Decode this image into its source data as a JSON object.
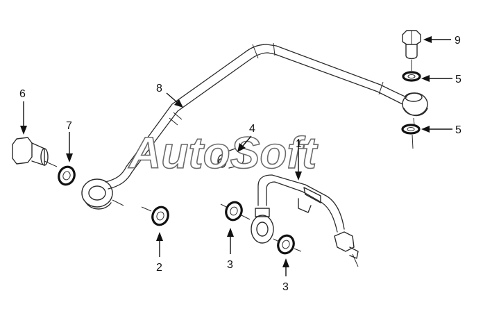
{
  "diagram": {
    "watermark": "AutoSoft",
    "callouts": [
      {
        "id": "c1",
        "label": "1"
      },
      {
        "id": "c2",
        "label": "2"
      },
      {
        "id": "c3a",
        "label": "3"
      },
      {
        "id": "c3b",
        "label": "3"
      },
      {
        "id": "c4",
        "label": "4"
      },
      {
        "id": "c5a",
        "label": "5"
      },
      {
        "id": "c5b",
        "label": "5"
      },
      {
        "id": "c6",
        "label": "6"
      },
      {
        "id": "c7",
        "label": "7"
      },
      {
        "id": "c8",
        "label": "8"
      },
      {
        "id": "c9",
        "label": "9"
      }
    ]
  }
}
